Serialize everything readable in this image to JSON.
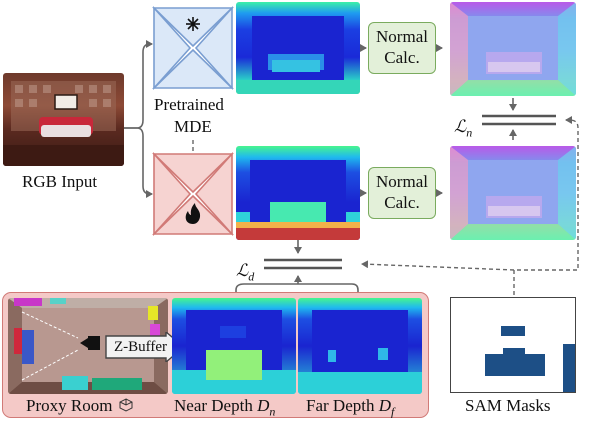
{
  "labels": {
    "rgb_input": "RGB Input",
    "mde_line1": "Pretrained",
    "mde_line2": "MDE",
    "normal_calc_line1": "Normal",
    "normal_calc_line2": "Calc.",
    "loss_normal_main": "ℒ",
    "loss_normal_sub": "n",
    "loss_depth_main": "ℒ",
    "loss_depth_sub": "d",
    "zbuffer": "Z-Buffer",
    "proxy_room": "Proxy Room",
    "near_depth_text": "Near Depth ",
    "near_depth_var": "D",
    "near_depth_sub": "n",
    "far_depth_text": "Far Depth ",
    "far_depth_var": "D",
    "far_depth_sub": "f",
    "sam_masks": "SAM Masks"
  },
  "icons": {
    "frozen": "snowflake-icon",
    "trainable": "flame-icon",
    "proxy_room": "cube-icon"
  },
  "colors": {
    "pretrained_encoder": "#dbe8f8",
    "finetuned_encoder": "#f6d3d1",
    "normal_calc_fill": "#e3f0d9",
    "proxy_panel_fill": "#f4c9c7",
    "arrow": "#666666"
  }
}
